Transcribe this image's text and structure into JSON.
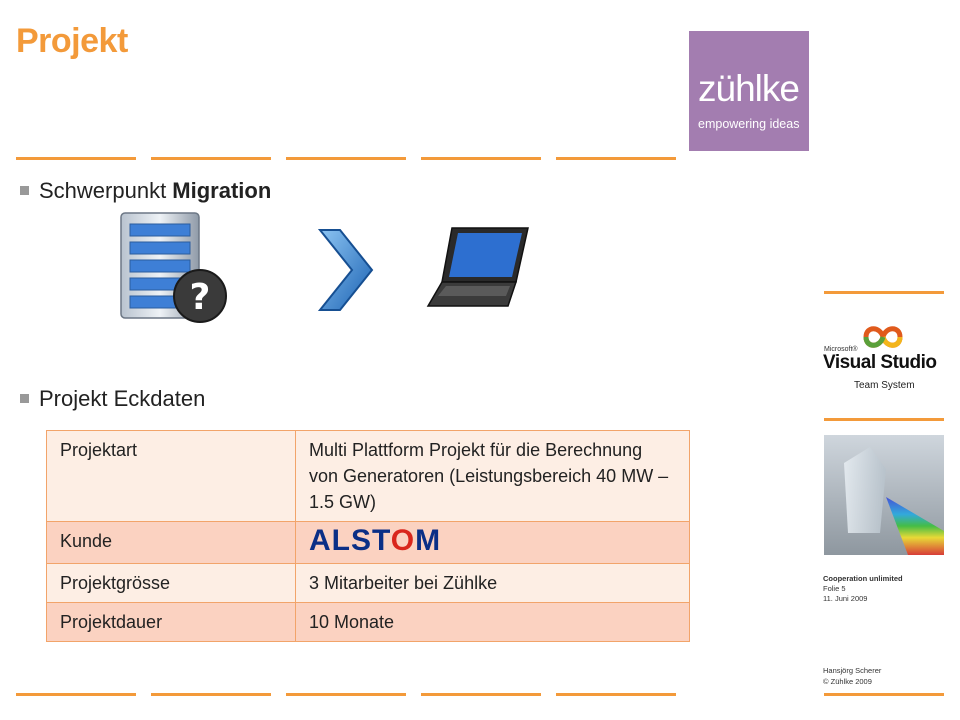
{
  "title": "Projekt",
  "logo": {
    "brand": "zühlke",
    "tagline": "empowering ideas"
  },
  "bullets": {
    "first_prefix": "Schwerpunkt ",
    "first_bold": "Migration",
    "second": "Projekt Eckdaten"
  },
  "icons": [
    "server-question-icon",
    "chevron-right-icon",
    "laptop-icon"
  ],
  "table": {
    "rows": [
      {
        "label": "Projektart",
        "value": "Multi Plattform Projekt für die Berechnung von Generatoren (Leistungsbereich 40 MW – 1.5 GW)"
      },
      {
        "label": "Kunde",
        "value_logo": "ALSTOM"
      },
      {
        "label": "Projektgrösse",
        "value": "3 Mitarbeiter bei Zühlke"
      },
      {
        "label": "Projektdauer",
        "value": "10 Monate"
      }
    ]
  },
  "side": {
    "vs_small": "Microsoft®",
    "vs_name": "Visual Studio",
    "vs_team": "Team System"
  },
  "footer": {
    "line1": "Cooperation unlimited",
    "line2": "Folie 5",
    "line3": "11. Juni 2009",
    "line4": "Hansjörg Scherer",
    "line5": "© Zühlke 2009"
  },
  "colors": {
    "accent": "#f39a3a",
    "logo_bg": "#a37db0",
    "row_light": "#fdeee4",
    "row_dark": "#fbd2c1",
    "table_border": "#f2a46a"
  }
}
